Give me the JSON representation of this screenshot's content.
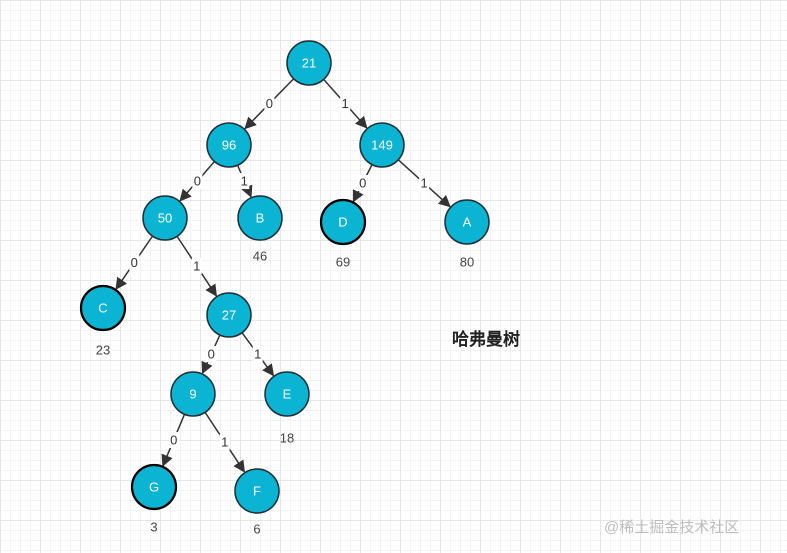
{
  "title": "哈弗曼树",
  "watermark": "@稀土掘金技术社区",
  "colors": {
    "node_fill": "#0ab4d2",
    "node_stroke": "#1f2f35",
    "edge": "#333333"
  },
  "nodes": [
    {
      "id": "n21",
      "label": "21"
    },
    {
      "id": "n96",
      "label": "96"
    },
    {
      "id": "n149",
      "label": "149"
    },
    {
      "id": "n50",
      "label": "50"
    },
    {
      "id": "nB",
      "label": "B",
      "weight": "46"
    },
    {
      "id": "nD",
      "label": "D",
      "weight": "69"
    },
    {
      "id": "nA",
      "label": "A",
      "weight": "80"
    },
    {
      "id": "nC",
      "label": "C",
      "weight": "23"
    },
    {
      "id": "n27",
      "label": "27"
    },
    {
      "id": "n9",
      "label": "9"
    },
    {
      "id": "nE",
      "label": "E",
      "weight": "18"
    },
    {
      "id": "nG",
      "label": "G",
      "weight": "3"
    },
    {
      "id": "nF",
      "label": "F",
      "weight": "6"
    }
  ],
  "edges": [
    {
      "from": "n21",
      "to": "n96",
      "label": "0"
    },
    {
      "from": "n21",
      "to": "n149",
      "label": "1"
    },
    {
      "from": "n96",
      "to": "n50",
      "label": "0"
    },
    {
      "from": "n96",
      "to": "nB",
      "label": "1"
    },
    {
      "from": "n149",
      "to": "nD",
      "label": "0"
    },
    {
      "from": "n149",
      "to": "nA",
      "label": "1"
    },
    {
      "from": "n50",
      "to": "nC",
      "label": "0"
    },
    {
      "from": "n50",
      "to": "n27",
      "label": "1"
    },
    {
      "from": "n27",
      "to": "n9",
      "label": "0"
    },
    {
      "from": "n27",
      "to": "nE",
      "label": "1"
    },
    {
      "from": "n9",
      "to": "nG",
      "label": "0"
    },
    {
      "from": "n9",
      "to": "nF",
      "label": "1"
    }
  ]
}
